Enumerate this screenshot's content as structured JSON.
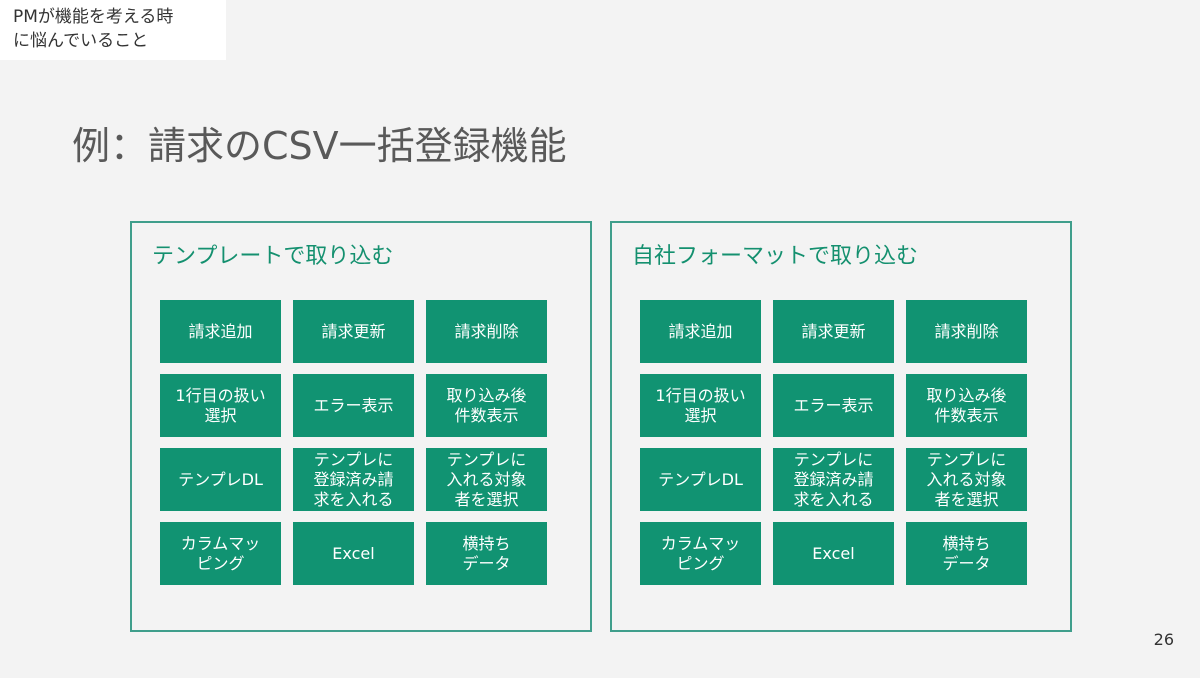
{
  "tag": {
    "line1": "PMが機能を考える時",
    "line2": "に悩んでいること"
  },
  "title": "例：請求のCSV一括登録機能",
  "panels": [
    {
      "title": "テンプレートで取り込む",
      "tiles": [
        "請求追加",
        "請求更新",
        "請求削除",
        "1行目の扱い\n選択",
        "エラー表示",
        "取り込み後\n件数表示",
        "テンプレDL",
        "テンプレに\n登録済み請\n求を入れる",
        "テンプレに\n入れる対象\n者を選択",
        "カラムマッ\nピング",
        "Excel",
        "横持ち\nデータ"
      ]
    },
    {
      "title": "自社フォーマットで取り込む",
      "tiles": [
        "請求追加",
        "請求更新",
        "請求削除",
        "1行目の扱い\n選択",
        "エラー表示",
        "取り込み後\n件数表示",
        "テンプレDL",
        "テンプレに\n登録済み請\n求を入れる",
        "テンプレに\n入れる対象\n者を選択",
        "カラムマッ\nピング",
        "Excel",
        "横持ち\nデータ"
      ]
    }
  ],
  "page_number": "26",
  "colors": {
    "accent": "#119372",
    "panel_border": "#3f9e8b",
    "background": "#f3f3f3"
  }
}
